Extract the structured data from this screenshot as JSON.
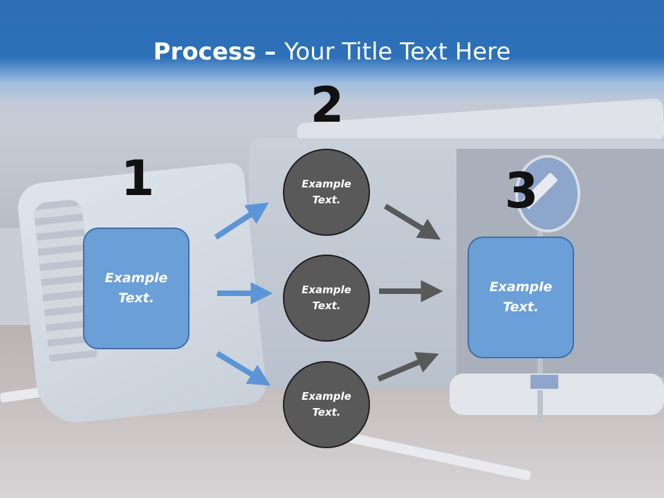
{
  "slide": {
    "title_bold": "Process",
    "title_separator": " – ",
    "title_rest": "Your Title Text Here"
  },
  "steps": {
    "step1_number": "1",
    "step2_number": "2",
    "step3_number": "3"
  },
  "left_box": {
    "text": "Example Text."
  },
  "right_box": {
    "text": "Example Text."
  },
  "circles": [
    {
      "text": "Example Text."
    },
    {
      "text": "Example Text."
    },
    {
      "text": "Example Text."
    }
  ],
  "colors": {
    "header_blue": "#2c70b8",
    "box_blue": "#6a9fd8",
    "circle_gray": "#595959",
    "arrow_blue": "#5b95d6",
    "arrow_gray": "#595959"
  }
}
